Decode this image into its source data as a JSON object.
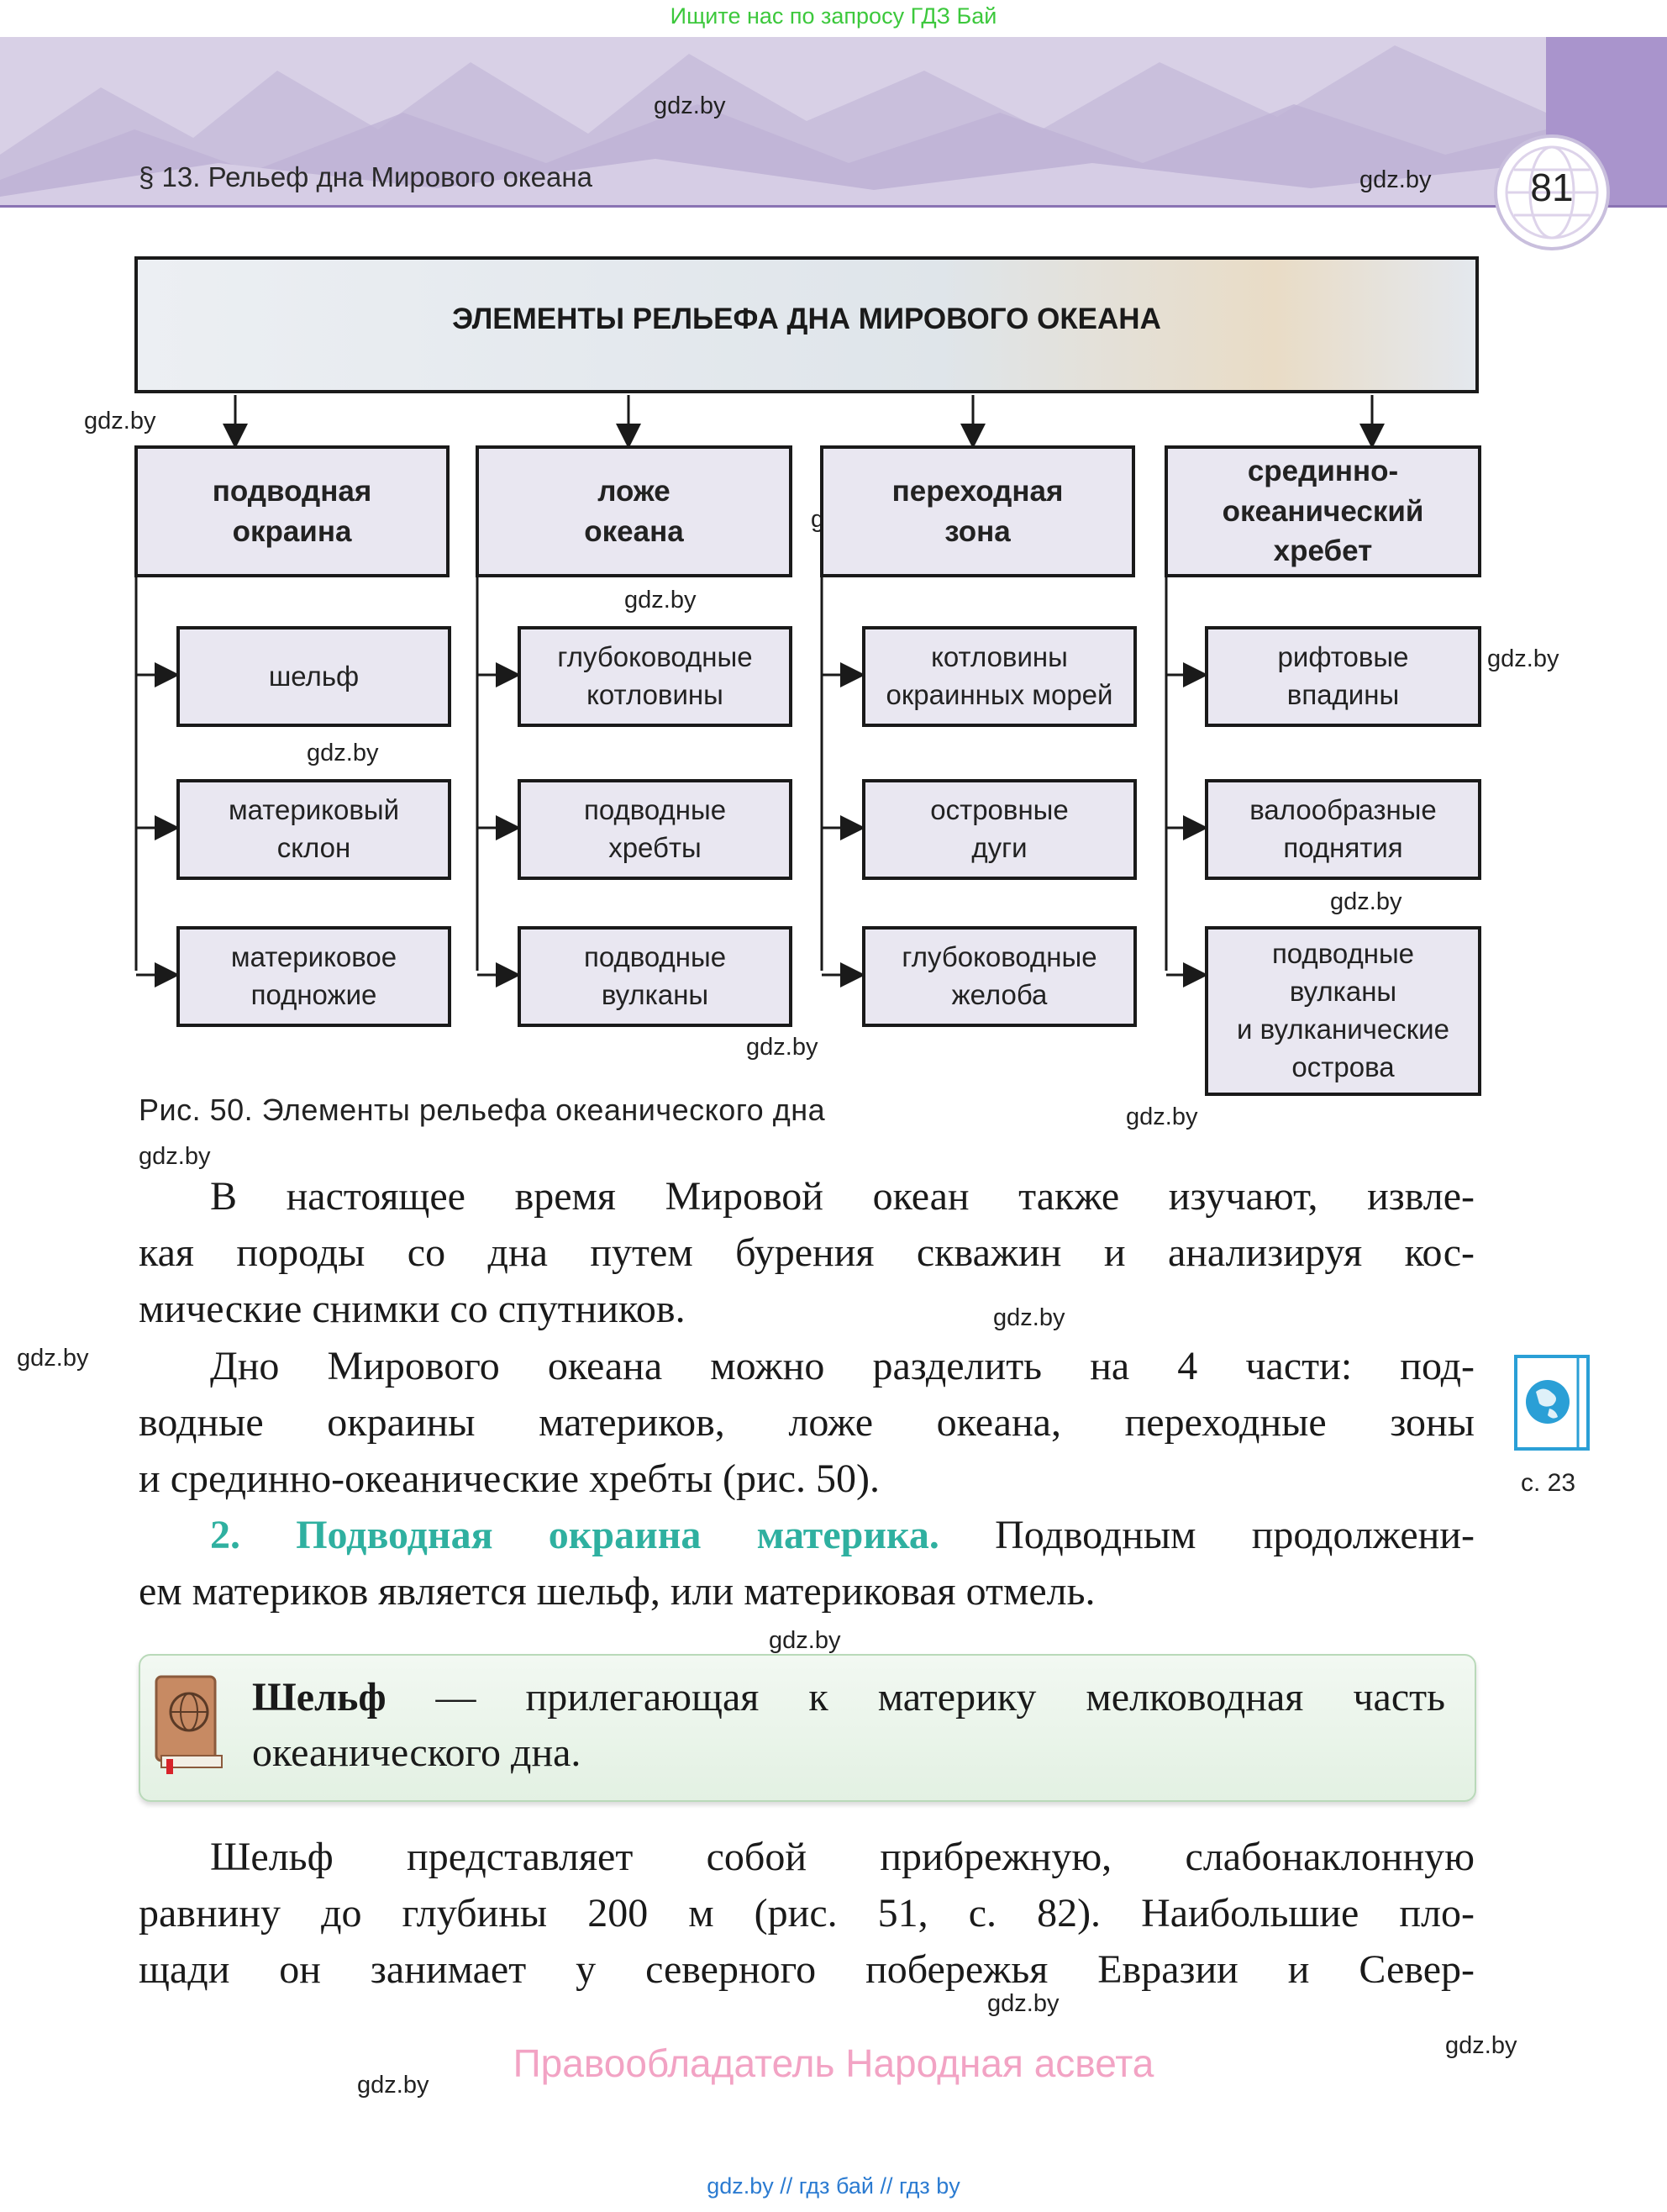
{
  "top_banner": "Ищите нас по запросу ГДЗ Бай",
  "header": {
    "section_title": "§ 13. Рельеф дна Мирового океана",
    "page_number": "81",
    "band_color": "#d8d0e6",
    "accent_color": "#a994cc"
  },
  "watermark": "gdz.by",
  "diagram": {
    "title": "ЭЛЕМЕНТЫ РЕЛЬЕФА ДНА МИРОВОГО ОКЕАНА",
    "columns": [
      {
        "head": "подводная\nокраина",
        "items": [
          "шельф",
          "материковый\nсклон",
          "материковое\nподножие"
        ]
      },
      {
        "head": "ложе\nокеана",
        "items": [
          "глубоководные\nкотловины",
          "подводные\nхребты",
          "подводные\nвулканы"
        ]
      },
      {
        "head": "переходная\nзона",
        "items": [
          "котловины\nокраинных морей",
          "островные\nдуги",
          "глубоководные\nжелоба"
        ]
      },
      {
        "head": "срединно-\nокеанический\nхребет",
        "items": [
          "рифтовые\nвпадины",
          "валообразные\nподнятия",
          "подводные\nвулканы\nи вулканические\nострова"
        ]
      }
    ]
  },
  "caption": "Рис. 50. Элементы рельефа океанического дна",
  "paragraphs": {
    "p1": [
      "В настоящее время Мировой океан также изучают, извле-",
      "кая породы со дна путем бурения скважин и анализируя кос-",
      "мические снимки  со спутников."
    ],
    "p2": [
      "Дно Мирового океана можно разделить на 4 части: под-",
      "водные окраины материков, ложе океана, переходные зоны",
      "и срединно-океанические хребты (рис. 50)."
    ],
    "p3_heading": "2. Подводная окраина материка.",
    "p3_rest": " Подводным продолжени-",
    "p3_line2": "ем материков является шельф, или материковая отмель.",
    "definition": {
      "term": "Шельф",
      "line1_rest": " — прилегающая к материку мелководная часть",
      "line2": "океанического дна."
    },
    "p4": [
      "Шельф представляет собой прибрежную, слабонаклонную",
      "равнину до глубины 200 м (рис. 51, с. 82). Наибольшие пло-",
      "щади он занимает у северного побережья Евразии и Север-"
    ]
  },
  "side_ref": "с. 23",
  "footer": {
    "owner": "Правообладатель Народная асвета",
    "links": "gdz.by  //  гдз бай  //  гдз by"
  }
}
